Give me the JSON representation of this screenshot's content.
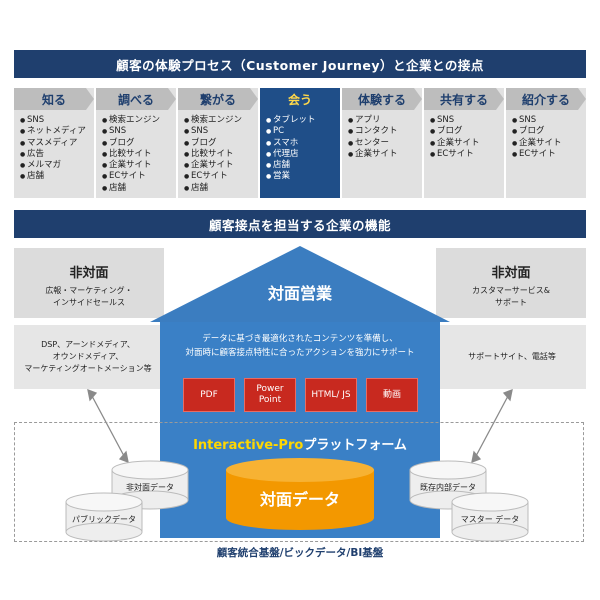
{
  "header": {
    "title": "顧客の体験プロセス（Customer Journey）と企業との接点"
  },
  "stages": [
    {
      "label": "知る",
      "active": false,
      "items": [
        "SNS",
        "ネットメディア",
        "マスメディア",
        "広告",
        "メルマガ",
        "店舗"
      ]
    },
    {
      "label": "調べる",
      "active": false,
      "items": [
        "検索エンジン",
        "SNS",
        "ブログ",
        "比較サイト",
        "企業サイト",
        "ECサイト",
        "店舗"
      ]
    },
    {
      "label": "繋がる",
      "active": false,
      "items": [
        "検索エンジン",
        "SNS",
        "ブログ",
        "比較サイト",
        "企業サイト",
        "ECサイト",
        "店舗"
      ]
    },
    {
      "label": "会う",
      "active": true,
      "items": [
        "タブレット",
        "PC",
        "スマホ",
        "代理店",
        "店舗",
        "営業"
      ]
    },
    {
      "label": "体験する",
      "active": false,
      "items": [
        "アプリ",
        "コンタクト",
        "センター",
        "企業サイト"
      ]
    },
    {
      "label": "共有する",
      "active": false,
      "items": [
        "SNS",
        "ブログ",
        "企業サイト",
        "ECサイト"
      ]
    },
    {
      "label": "紹介する",
      "active": false,
      "items": [
        "SNS",
        "ブログ",
        "企業サイト",
        "ECサイト"
      ]
    }
  ],
  "functions": {
    "title": "顧客接点を担当する企業の機能"
  },
  "left": {
    "title": "非対面",
    "subtitle_lines": [
      "広報・マーケティング・",
      "インサイドセールス"
    ],
    "channels": [
      "DSP、アーンドメディア、",
      "オウンドメディア、",
      "マーケティングオートメーション等"
    ]
  },
  "right": {
    "title": "非対面",
    "subtitle_lines": [
      "カスタマーサービス&",
      "サポート"
    ],
    "channels": "サポートサイト、電話等"
  },
  "center": {
    "title": "対面営業",
    "desc_lines": [
      "データに基づき最適化されたコンテンツを準備し、",
      "対面時に顧客接点特性に合ったアクションを強力にサポート"
    ],
    "content_types": [
      "PDF",
      "Power Point",
      "HTML/ JS",
      "動画"
    ],
    "platform_brand": "Interactive-Pro",
    "platform_suffix": "プラットフォーム",
    "core_data": "対面データ",
    "base": "顧客統合基盤/ビックデータ/BI基盤"
  },
  "databases": {
    "left": [
      "非対面データ",
      "パブリックデータ"
    ],
    "right": [
      "既存内部データ",
      "マスター データ"
    ]
  },
  "colors": {
    "navy": "#1f3f6e",
    "blue": "#3b7dc0",
    "house_body": "#3a80c6",
    "accent_yellow": "#ffd84a",
    "orange": "#f39800",
    "red": "#c8291f",
    "gray": "#dcdcdc"
  }
}
